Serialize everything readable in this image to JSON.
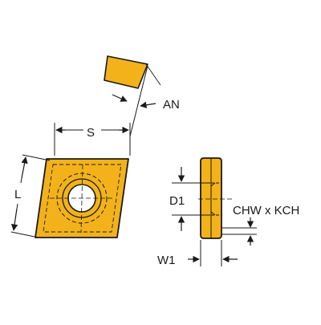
{
  "labels": {
    "an": "AN",
    "s": "S",
    "l": "L",
    "d1": "D1",
    "w1": "W1",
    "chamfer": "CHW x KCH"
  },
  "colors": {
    "insert_fill": "#f3b21a",
    "outline": "#1a1a1a",
    "background": "#ffffff"
  }
}
